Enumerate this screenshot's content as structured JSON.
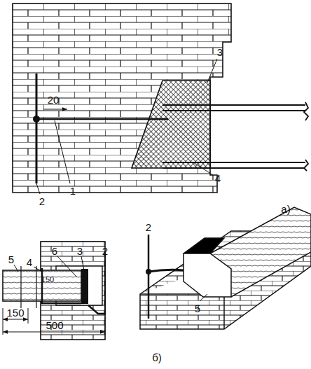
{
  "diagram": {
    "labels": [
      "20",
      "3",
      "4",
      "2",
      "1",
      "а)",
      "6",
      "3",
      "2",
      "5",
      "4",
      "150",
      "150",
      "500",
      "2",
      "5",
      "б)"
    ]
  }
}
